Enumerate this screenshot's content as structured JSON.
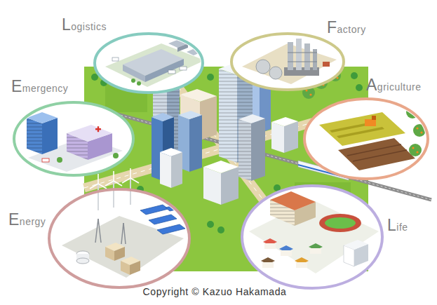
{
  "diagram": {
    "nodes": [
      {
        "text": [
          "Logistics"
        ]
      },
      {
        "text": [
          "Factory"
        ]
      },
      {
        "text": [
          "Emergency"
        ]
      },
      {
        "text": [
          "Agriculture"
        ]
      },
      {
        "text": [
          "Energy"
        ]
      },
      {
        "text": [
          "Life"
        ]
      }
    ],
    "labels": [
      "Copyright © Kazuo Hakamada"
    ]
  }
}
